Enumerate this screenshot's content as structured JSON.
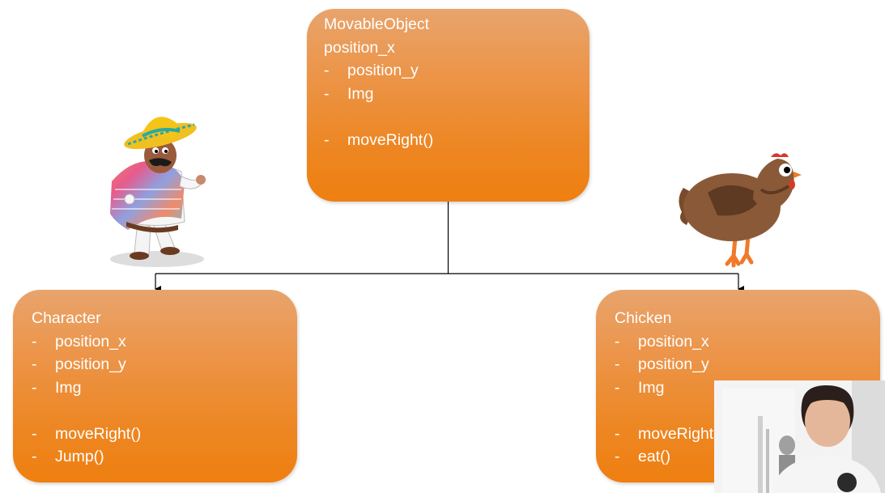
{
  "diagram": {
    "parent": {
      "title": "MovableObject",
      "plain_line": "position_x",
      "items": [
        "position_y",
        "Img"
      ],
      "methods": [
        "moveRight()"
      ]
    },
    "children": [
      {
        "title": "Character",
        "items": [
          "position_x",
          "position_y",
          "Img"
        ],
        "methods": [
          "moveRight()",
          "Jump()"
        ]
      },
      {
        "title": "Chicken",
        "items": [
          "position_x",
          "position_y",
          "Img"
        ],
        "methods": [
          "moveRight()",
          "eat()"
        ]
      }
    ],
    "bullet": "-"
  },
  "colors": {
    "box_top": "#e8a46c",
    "box_bottom": "#ef7f10",
    "text": "#ffffff",
    "connector": "#000000"
  },
  "illustrations": [
    "sombrero-character-illustration",
    "chicken-illustration"
  ],
  "overlays": [
    "webcam-video-overlay"
  ]
}
